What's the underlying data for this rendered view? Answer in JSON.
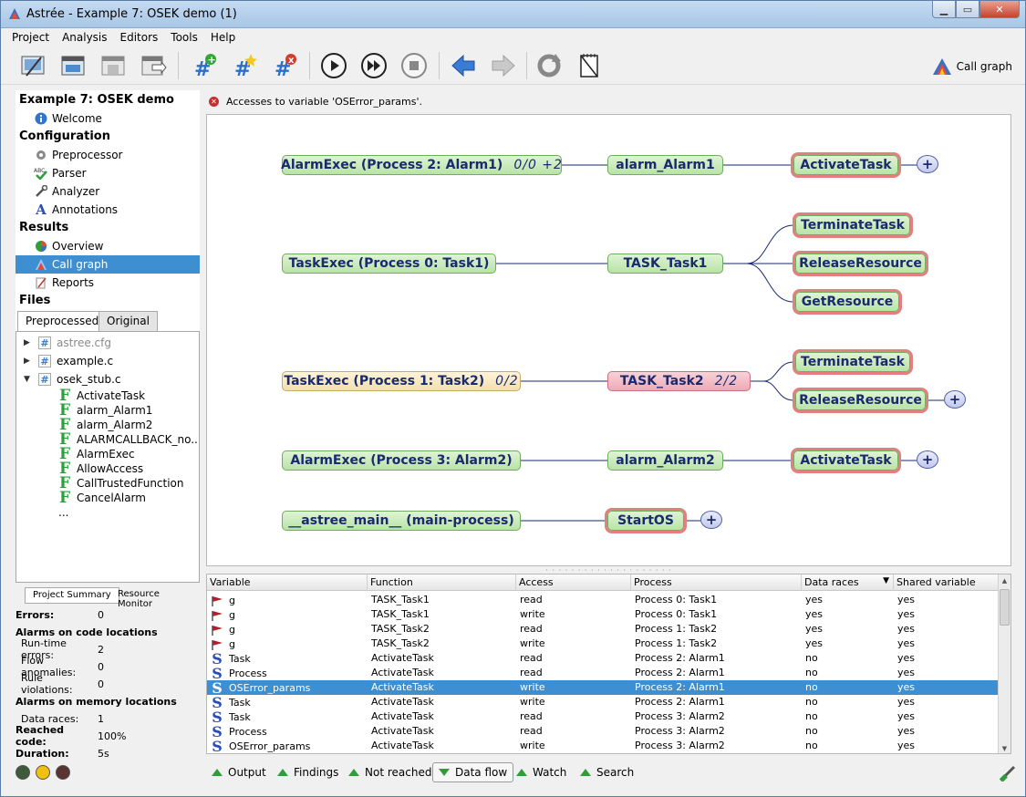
{
  "window": {
    "title": "Astrée - Example 7: OSEK demo (1)"
  },
  "menu": [
    "Project",
    "Analysis",
    "Editors",
    "Tools",
    "Help"
  ],
  "toolbar": {
    "callgraph_label": "Call graph"
  },
  "nav": {
    "project_title": "Example 7: OSEK demo",
    "welcome": "Welcome",
    "configuration_heading": "Configuration",
    "config_items": [
      "Preprocessor",
      "Parser",
      "Analyzer",
      "Annotations"
    ],
    "results_heading": "Results",
    "results_items": [
      "Overview",
      "Call graph",
      "Reports"
    ],
    "files_heading": "Files"
  },
  "file_tabs": {
    "preprocessed": "Preprocessed",
    "original": "Original"
  },
  "files": {
    "astree_cfg": "astree.cfg",
    "example_c": "example.c",
    "osek_stub_c": "osek_stub.c",
    "functions": [
      "ActivateTask",
      "alarm_Alarm1",
      "alarm_Alarm2",
      "ALARMCALLBACK_no...",
      "AlarmExec",
      "AllowAccess",
      "CallTrustedFunction",
      "CancelAlarm"
    ],
    "more": "..."
  },
  "summary_tabs": {
    "project_summary": "Project Summary",
    "resource_monitor": "Resource Monitor"
  },
  "summary": {
    "errors_label": "Errors:",
    "errors_value": "0",
    "alarms_code_heading": "Alarms on code locations",
    "runtime_label": "Run-time errors:",
    "runtime_value": "2",
    "flow_label": "Flow anomalies:",
    "flow_value": "0",
    "rule_label": "Rule violations:",
    "rule_value": "0",
    "alarms_memory_heading": "Alarms on memory locations",
    "races_label": "Data races:",
    "races_value": "1",
    "reached_label": "Reached code:",
    "reached_value": "100%",
    "duration_label": "Duration:",
    "duration_value": "5s"
  },
  "message": "Accesses to variable 'OSError_params'.",
  "graph": {
    "row1": {
      "process": "AlarmExec (Process 2: Alarm1)",
      "process_extra": "0/0 +2",
      "mid": "alarm_Alarm1",
      "targets": [
        "ActivateTask"
      ]
    },
    "row2": {
      "process": "TaskExec (Process 0: Task1)",
      "mid": "TASK_Task1",
      "targets": [
        "TerminateTask",
        "ReleaseResource",
        "GetResource"
      ]
    },
    "row3": {
      "process": "TaskExec (Process 1: Task2)",
      "process_extra": "0/2",
      "mid": "TASK_Task2",
      "mid_extra": "2/2",
      "targets": [
        "TerminateTask",
        "ReleaseResource"
      ]
    },
    "row4": {
      "process": "AlarmExec (Process 3: Alarm2)",
      "mid": "alarm_Alarm2",
      "targets": [
        "ActivateTask"
      ]
    },
    "row5": {
      "process": "__astree_main__ (main-process)",
      "mid": "StartOS"
    },
    "plus": "+"
  },
  "table": {
    "headers": [
      "Variable",
      "Function",
      "Access",
      "Process",
      "Data races",
      "Shared variable"
    ],
    "rows": [
      {
        "icon": "flag",
        "variable": "g",
        "function": "TASK_Task1",
        "access": "read",
        "process": "Process 0: Task1",
        "races": "yes",
        "shared": "yes"
      },
      {
        "icon": "flag",
        "variable": "g",
        "function": "TASK_Task1",
        "access": "write",
        "process": "Process 0: Task1",
        "races": "yes",
        "shared": "yes"
      },
      {
        "icon": "flag",
        "variable": "g",
        "function": "TASK_Task2",
        "access": "read",
        "process": "Process 1: Task2",
        "races": "yes",
        "shared": "yes"
      },
      {
        "icon": "flag",
        "variable": "g",
        "function": "TASK_Task2",
        "access": "write",
        "process": "Process 1: Task2",
        "races": "yes",
        "shared": "yes"
      },
      {
        "icon": "S",
        "variable": "Task",
        "function": "ActivateTask",
        "access": "read",
        "process": "Process 2: Alarm1",
        "races": "no",
        "shared": "yes"
      },
      {
        "icon": "S",
        "variable": "Process",
        "function": "ActivateTask",
        "access": "read",
        "process": "Process 2: Alarm1",
        "races": "no",
        "shared": "yes"
      },
      {
        "icon": "S",
        "variable": "OSError_params",
        "function": "ActivateTask",
        "access": "write",
        "process": "Process 2: Alarm1",
        "races": "no",
        "shared": "yes"
      },
      {
        "icon": "S",
        "variable": "Task",
        "function": "ActivateTask",
        "access": "write",
        "process": "Process 2: Alarm1",
        "races": "no",
        "shared": "yes"
      },
      {
        "icon": "S",
        "variable": "Task",
        "function": "ActivateTask",
        "access": "read",
        "process": "Process 3: Alarm2",
        "races": "no",
        "shared": "yes"
      },
      {
        "icon": "S",
        "variable": "Process",
        "function": "ActivateTask",
        "access": "read",
        "process": "Process 3: Alarm2",
        "races": "no",
        "shared": "yes"
      },
      {
        "icon": "S",
        "variable": "OSError_params",
        "function": "ActivateTask",
        "access": "write",
        "process": "Process 3: Alarm2",
        "races": "no",
        "shared": "yes"
      }
    ]
  },
  "bottom_tabs": [
    "Output",
    "Findings",
    "Not reached",
    "Data flow",
    "Watch",
    "Search"
  ]
}
